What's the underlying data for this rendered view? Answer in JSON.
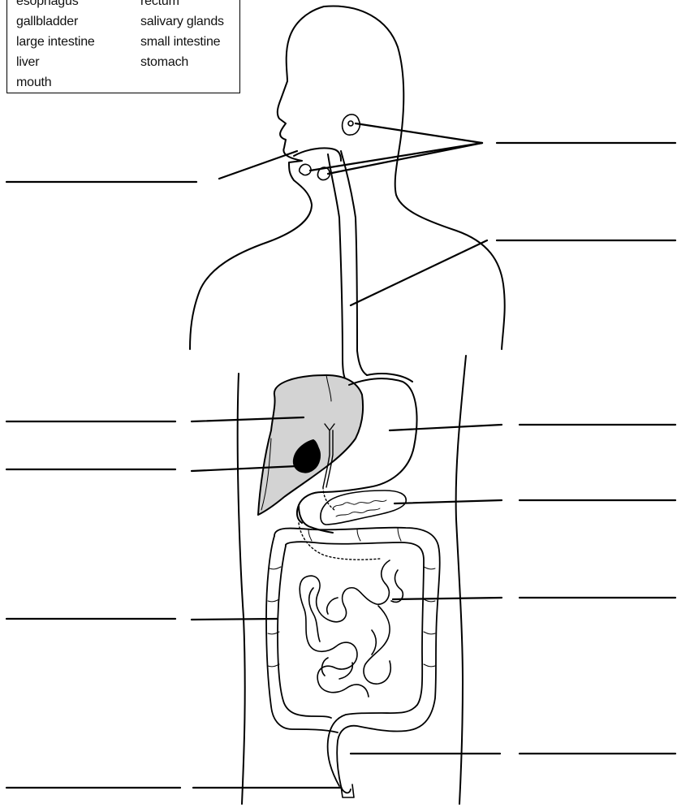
{
  "word_bank": {
    "left": [
      "esophagus",
      "gallbladder",
      "large intestine",
      "liver",
      "mouth"
    ],
    "right": [
      "rectum",
      "salivary glands",
      "small intestine",
      "stomach"
    ]
  },
  "colors": {
    "ink": "#000000",
    "liver_fill": "#d3d3d3",
    "gallbladder_fill": "#000000",
    "background": "#ffffff"
  }
}
